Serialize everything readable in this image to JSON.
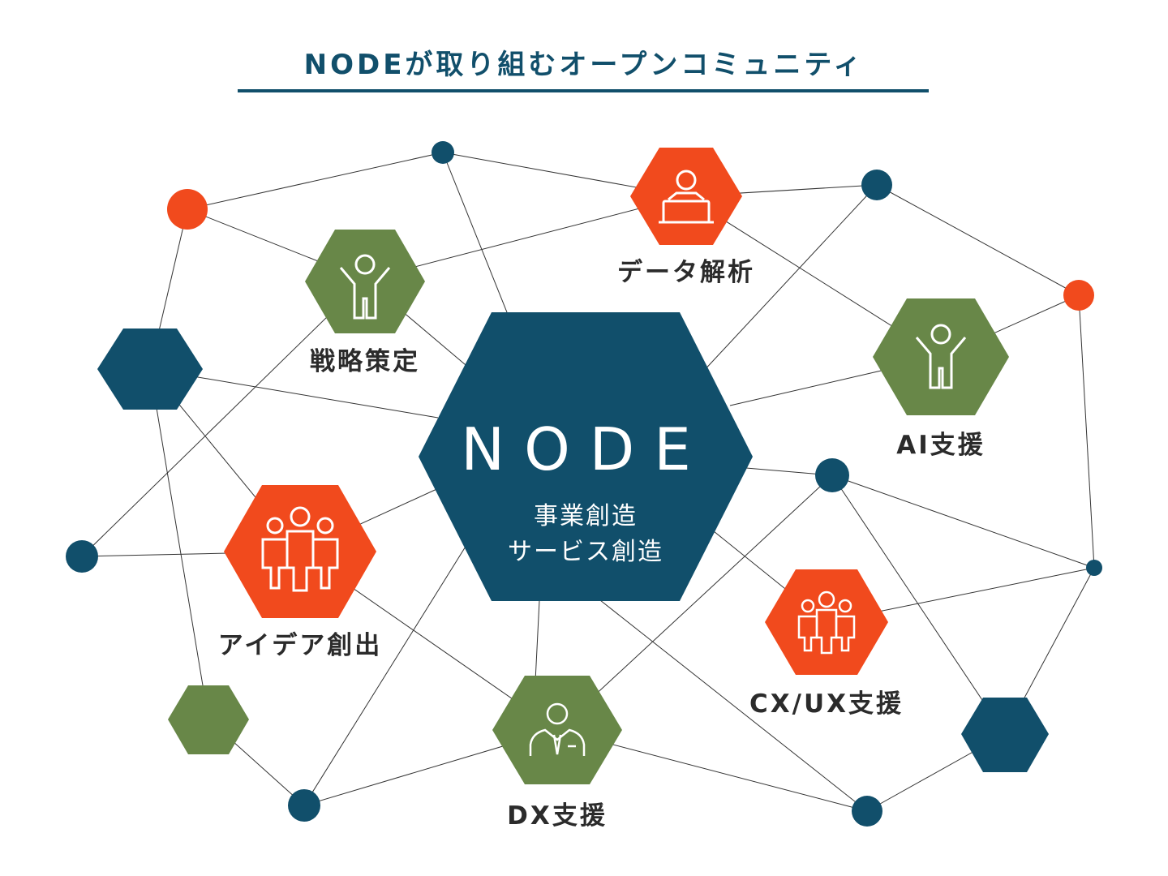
{
  "title": "NODEが取り組むオープンコミュニティ",
  "center": {
    "logo": "NODE",
    "line1": "事業創造",
    "line2": "サービス創造"
  },
  "categories": [
    {
      "label": "戦略策定",
      "icon": "person-arms-up-icon",
      "color": "#688748"
    },
    {
      "label": "データ解析",
      "icon": "person-laptop-icon",
      "color": "#f14a1d"
    },
    {
      "label": "AI支援",
      "icon": "person-arms-up-icon",
      "color": "#688748"
    },
    {
      "label": "アイデア創出",
      "icon": "group-people-icon",
      "color": "#f14a1d"
    },
    {
      "label": "CX/UX支援",
      "icon": "group-people-icon",
      "color": "#f14a1d"
    },
    {
      "label": "DX支援",
      "icon": "businessman-icon",
      "color": "#688748"
    }
  ],
  "colors": {
    "navy": "#114f6b",
    "green": "#688748",
    "orange": "#f14a1d",
    "line": "#333333"
  }
}
